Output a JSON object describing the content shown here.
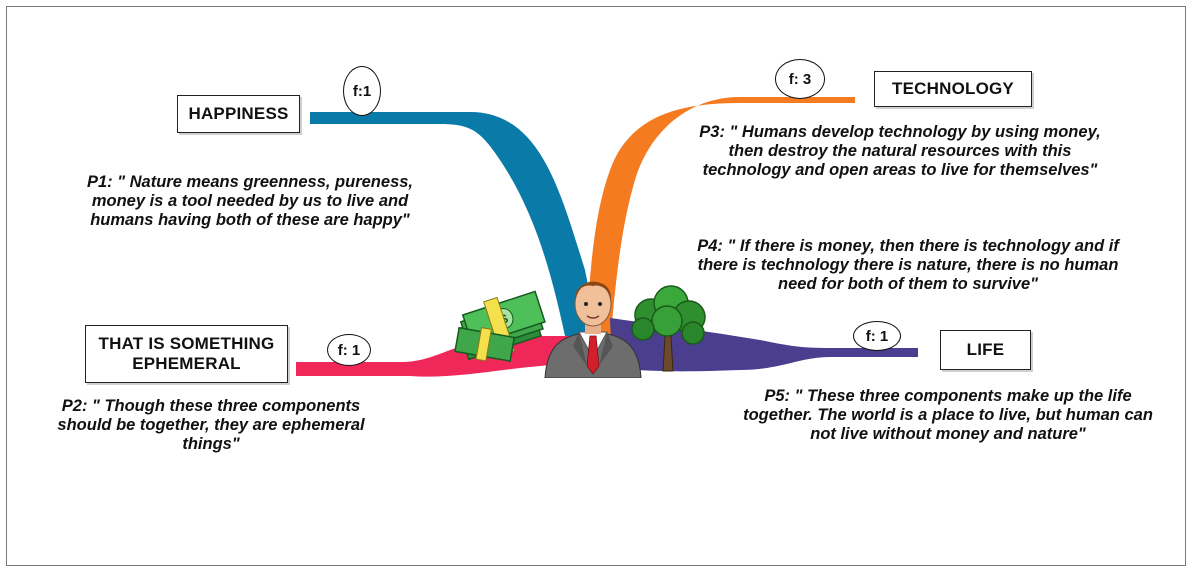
{
  "nodes": {
    "happiness": {
      "label": "HAPPINESS",
      "freq": "f:1",
      "color": "#0a7aa8"
    },
    "technology": {
      "label": "TECHNOLOGY",
      "freq": "f: 3",
      "color": "#f47b20"
    },
    "ephemeral": {
      "label_line1": "THAT IS SOMETHING",
      "label_line2": "EPHEMERAL",
      "freq": "f: 1",
      "color": "#f0285a"
    },
    "life": {
      "label": "LIFE",
      "freq": "f: 1",
      "color": "#4b3e8e"
    }
  },
  "quotes": {
    "p1": "P1: \" Nature means greenness, pureness, money is a tool needed by us to live and humans having both of these are happy\"",
    "p2": "P2: \" Though these three components should be together, they are ephemeral things\"",
    "p3": "P3: \" Humans develop technology by using money, then destroy the natural resources with this technology and open areas to live for themselves\"",
    "p4": "P4: \" If there is money, then there is technology and if there is technology there is nature, there is no human need for both of them to survive\"",
    "p5": "P5: \" These three components make up the life together. The world is a place to live, but human can not live without money and nature\""
  },
  "images": {
    "money": "money-stack-icon",
    "person": "businessman-icon",
    "tree": "tree-icon"
  }
}
